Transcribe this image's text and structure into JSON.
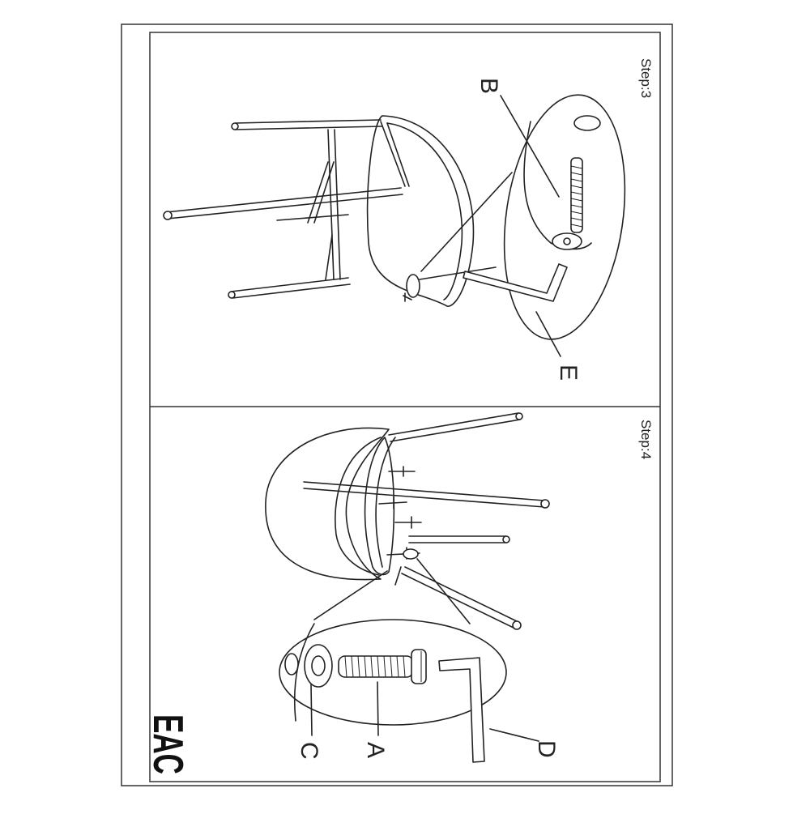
{
  "step3": {
    "title": "Step:3",
    "labels": {
      "b": "B",
      "e": "E"
    }
  },
  "step4": {
    "title": "Step:4",
    "labels": {
      "a": "A",
      "c": "C",
      "d": "D"
    }
  },
  "mark": {
    "text": "EAC"
  }
}
